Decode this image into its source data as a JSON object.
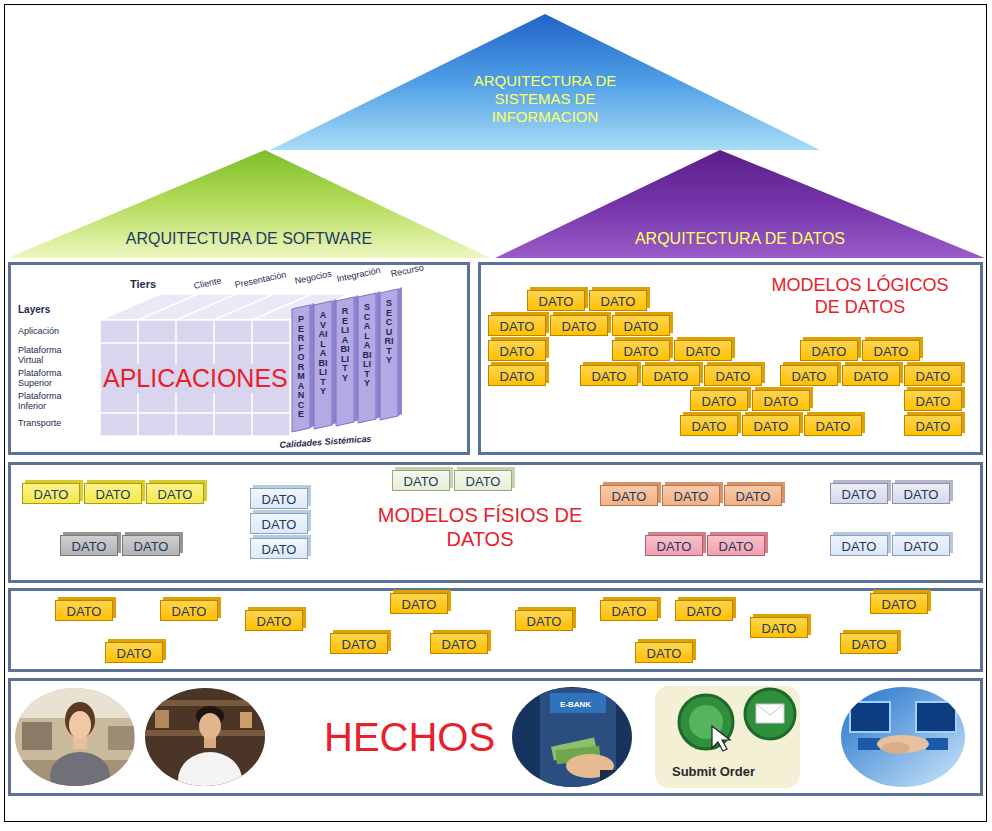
{
  "diagram": {
    "nodes": [
      {
        "text": [
          "ARQUITECTURA DE SISTEMAS DE INFORMACION"
        ]
      },
      {
        "text": [
          "ARQUITECTURA DE SOFTWARE"
        ]
      },
      {
        "text": [
          "ARQUITECTURA DE DATOS"
        ]
      },
      {
        "text": [
          "APLICACIONES"
        ]
      },
      {
        "text": [
          "MODELOS LÓGICOS DE DATOS"
        ]
      },
      {
        "text": [
          "DATO"
        ],
        "in": 4
      },
      {
        "text": [
          "DATO"
        ],
        "in": 4
      },
      {
        "text": [
          "DATO"
        ],
        "in": 4
      },
      {
        "text": [
          "DATO"
        ],
        "in": 4
      },
      {
        "text": [
          "DATO"
        ],
        "in": 4
      },
      {
        "text": [
          "DATO"
        ],
        "in": 4
      },
      {
        "text": [
          "DATO"
        ],
        "in": 4
      },
      {
        "text": [
          "DATO"
        ],
        "in": 4
      },
      {
        "text": [
          "DATO"
        ],
        "in": 4
      },
      {
        "text": [
          "DATO"
        ],
        "in": 4
      },
      {
        "text": [
          "DATO"
        ],
        "in": 4
      },
      {
        "text": [
          "DATO"
        ],
        "in": 4
      },
      {
        "text": [
          "DATO"
        ],
        "in": 4
      },
      {
        "text": [
          "DATO"
        ],
        "in": 4
      },
      {
        "text": [
          "DATO"
        ],
        "in": 4
      },
      {
        "text": [
          "DATO"
        ],
        "in": 4
      },
      {
        "text": [
          "DATO"
        ],
        "in": 4
      },
      {
        "text": [
          "DATO"
        ],
        "in": 4
      },
      {
        "text": [
          "DATO"
        ],
        "in": 4
      },
      {
        "text": [
          "DATO"
        ],
        "in": 4
      },
      {
        "text": [
          "DATO"
        ],
        "in": 4
      },
      {
        "text": [
          "DATO"
        ],
        "in": 4
      },
      {
        "text": [
          "DATO"
        ],
        "in": 4
      },
      {
        "text": [
          "DATO"
        ],
        "in": 4
      },
      {
        "text": [
          "MODELOS FÍSIOS DE DATOS"
        ]
      },
      {
        "text": [
          "DATO"
        ],
        "in": 29
      },
      {
        "text": [
          "DATO"
        ],
        "in": 29
      },
      {
        "text": [
          "DATO"
        ],
        "in": 29
      },
      {
        "text": [
          "DATO"
        ],
        "in": 29
      },
      {
        "text": [
          "DATO"
        ],
        "in": 29
      },
      {
        "text": [
          "DATO"
        ],
        "in": 29
      },
      {
        "text": [
          "DATO"
        ],
        "in": 29
      },
      {
        "text": [
          "DATO"
        ],
        "in": 29
      },
      {
        "text": [
          "DATO"
        ],
        "in": 29
      },
      {
        "text": [
          "DATO"
        ],
        "in": 29
      },
      {
        "text": [
          "DATO"
        ],
        "in": 29
      },
      {
        "text": [
          "DATO"
        ],
        "in": 29
      },
      {
        "text": [
          "DATO"
        ],
        "in": 29
      },
      {
        "text": [
          "DATO"
        ],
        "in": 29
      },
      {
        "text": [
          "DATO"
        ],
        "in": 29
      },
      {
        "text": [
          "DATO"
        ],
        "in": 29
      },
      {
        "text": [
          "DATO"
        ],
        "in": 29
      },
      {
        "text": [
          "DATO"
        ],
        "in": 29
      },
      {
        "text": [
          "DATO"
        ],
        "in": 29
      },
      {
        "text": [
          "DATO"
        ]
      },
      {
        "text": [
          "DATO"
        ]
      },
      {
        "text": [
          "DATO"
        ]
      },
      {
        "text": [
          "DATO"
        ]
      },
      {
        "text": [
          "DATO"
        ]
      },
      {
        "text": [
          "DATO"
        ]
      },
      {
        "text": [
          "DATO"
        ]
      },
      {
        "text": [
          "DATO"
        ]
      },
      {
        "text": [
          "DATO"
        ]
      },
      {
        "text": [
          "DATO"
        ]
      },
      {
        "text": [
          "DATO"
        ]
      },
      {
        "text": [
          "DATO"
        ]
      },
      {
        "text": [
          "DATO"
        ]
      },
      {
        "text": [
          "DATO"
        ]
      },
      {
        "text": [
          "HECHOS"
        ]
      }
    ],
    "labels": [
      "Tiers",
      "Cliente",
      "Presentación",
      "Negocios",
      "Integración",
      "Recurso",
      "Layers",
      "Aplicación",
      "Plataforma Virtual",
      "Plataforma Superior",
      "Plataforma Inferior",
      "Transporte",
      "PERFORMANCE",
      "AVAILABILITY",
      "RELIABILITY",
      "SCALABILITY",
      "SECURITY",
      "Calidades Sistémicas",
      "E-BANK",
      "Submit Order"
    ]
  }
}
